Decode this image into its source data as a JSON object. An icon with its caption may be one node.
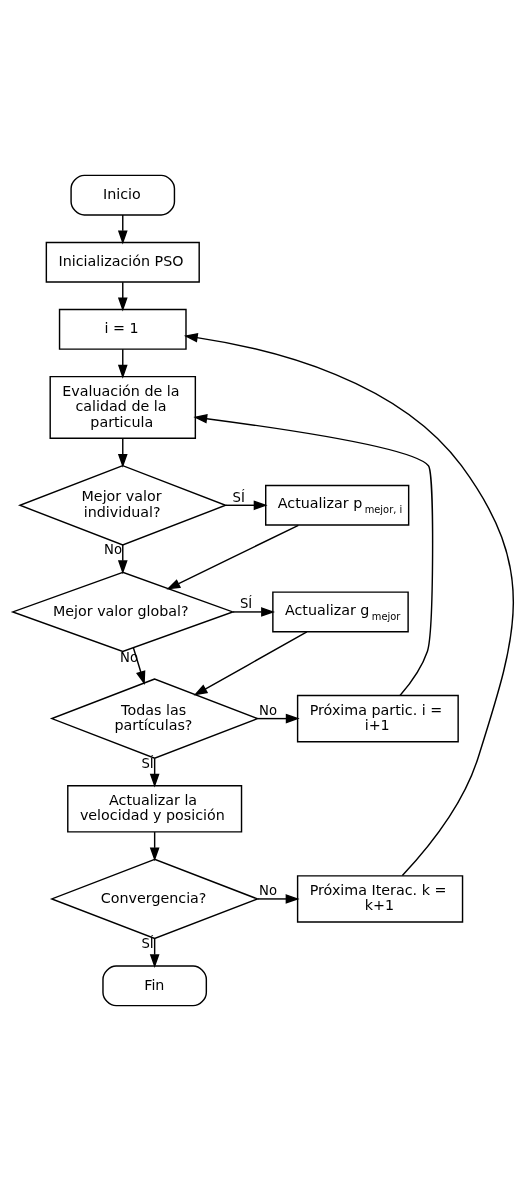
{
  "diagram": {
    "nodes": [
      {
        "text": [
          "Inicio"
        ]
      },
      {
        "text": [
          "Inicialización PSO"
        ]
      },
      {
        "text": [
          "i = 1"
        ]
      },
      {
        "text": [
          "Evaluación de la calidad de la particula"
        ]
      },
      {
        "text": [
          "Mejor valor individual?"
        ]
      },
      {
        "text": [
          "Actualizar p$_{mejor, i}$"
        ]
      },
      {
        "text": [
          "Mejor valor global?"
        ]
      },
      {
        "text": [
          "Actualizar g$_{mejor}$"
        ]
      },
      {
        "text": [
          "Todas las partículas?"
        ]
      },
      {
        "text": [
          "Próxima partic. i = i+1"
        ]
      },
      {
        "text": [
          "Actualizar la velocidad y posición"
        ]
      },
      {
        "text": [
          "Convergencia?"
        ]
      },
      {
        "text": [
          "Próxima Iterac. k = k+1"
        ]
      },
      {
        "text": [
          "Fin"
        ]
      }
    ],
    "edges": [
      {
        "from": 0,
        "to": 1,
        "arrow": "to"
      },
      {
        "from": 1,
        "to": 2,
        "arrow": "to"
      },
      {
        "from": 2,
        "to": 3,
        "arrow": "to"
      },
      {
        "from": 3,
        "to": 4,
        "arrow": "to"
      },
      {
        "from": 4,
        "to": 5,
        "arrow": "to",
        "label": "SÍ"
      },
      {
        "from": 5,
        "to": 6,
        "arrow": "to"
      },
      {
        "from": 4,
        "to": 6,
        "arrow": "to",
        "label": "No"
      },
      {
        "from": 6,
        "to": 7,
        "arrow": "to",
        "label": "SÍ"
      },
      {
        "from": 7,
        "to": 8,
        "arrow": "to"
      },
      {
        "from": 6,
        "to": 8,
        "arrow": "to",
        "label": "No"
      },
      {
        "from": 8,
        "to": 9,
        "arrow": "to",
        "label": "No"
      },
      {
        "from": 9,
        "to": 3,
        "arrow": "to"
      },
      {
        "from": 8,
        "to": 10,
        "arrow": "to",
        "label": "SÍ"
      },
      {
        "from": 10,
        "to": 11,
        "arrow": "to"
      },
      {
        "from": 11,
        "to": 12,
        "arrow": "to",
        "label": "No"
      },
      {
        "from": 12,
        "to": 2,
        "arrow": "to"
      },
      {
        "from": 11,
        "to": 13,
        "arrow": "to",
        "label": "SÍ"
      }
    ]
  }
}
